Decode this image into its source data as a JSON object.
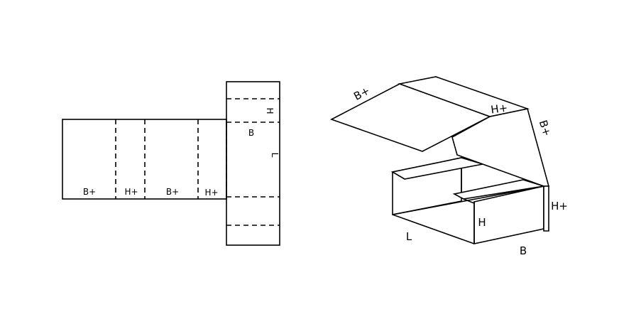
{
  "flat_net": {
    "panel_labels": [
      "B+",
      "H+",
      "B+",
      "H+"
    ],
    "end_flap_labels": {
      "height": "H",
      "width": "B",
      "length": "L"
    }
  },
  "assembled_box": {
    "labels": {
      "lid_front": "B+",
      "lid_top": "H+",
      "lid_side": "B+",
      "side_height": "H+",
      "length": "L",
      "height": "H",
      "width": "B"
    }
  }
}
